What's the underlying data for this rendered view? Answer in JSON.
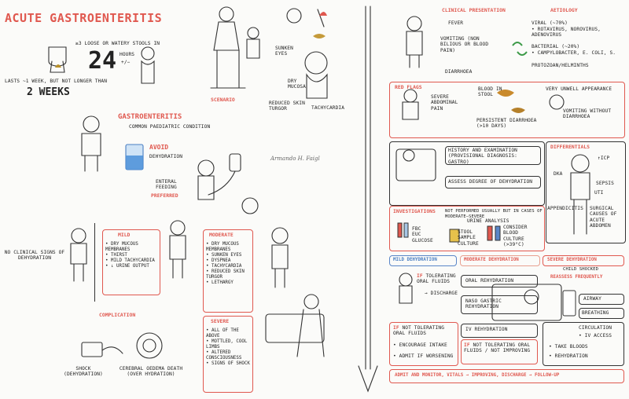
{
  "title": "Acute Gastroenteritis",
  "intro": {
    "stools_a": "≥3 loose or watery stools in",
    "big_number": "24",
    "hours": "hours",
    "plusminus": "+/−",
    "lasts": "Lasts ~1 week, but not longer than",
    "weeks": "2 weeks"
  },
  "scenario": {
    "label": "Scenario",
    "sunken_eyes": "Sunken eyes",
    "dry_mucosa": "Dry mucosa",
    "reduced_skin_turgor": "Reduced skin turgor",
    "tachycardia": "Tachycardia"
  },
  "gastro": {
    "heading": "Gastroenteritis",
    "sub": "Common paediatric condition",
    "avoid_label": "Avoid",
    "avoid_text": "dehydration",
    "enteral": "Enteral feeding",
    "preferred": "preferred",
    "signature": "Armando H. Faigl"
  },
  "severity": {
    "no_signs": "No clinical signs of dehydration",
    "mild_title": "Mild",
    "mild_items": [
      "• Dry mucous membranes",
      "• Thirst",
      "• Mild tachycardia",
      "• ↓ Urine output"
    ],
    "moderate_title": "Moderate",
    "moderate_items": [
      "• Dry mucous membranes",
      "• Sunken eyes",
      "• Dyspnea",
      "• Tachycardia",
      "• Reduced skin turgor",
      "• Lethargy"
    ],
    "severe_title": "Severe",
    "severe_items": [
      "• All of the above",
      "• Mottled, cool limbs",
      "• Altered consciousness",
      "• Signs of shock"
    ]
  },
  "complication": {
    "title": "Complication",
    "shock": "Shock (dehydration)",
    "cerebral": "Cerebral oedema death (over hydration)"
  },
  "clinical": {
    "title": "Clinical presentation",
    "fever": "Fever",
    "vomiting": "Vomiting (non bilious or blood pain)",
    "diarrhoea": "Diarrhoea"
  },
  "aetiology": {
    "title": "Aetiology",
    "viral": "Viral (~70%)",
    "viral_sub": "• Rotavirus, norovirus, adenovirus",
    "bacterial": "Bacterial (~20%)",
    "bacterial_sub": "• Campylobacter, E. coli, S.",
    "protozoan": "Protozoan/Helminths"
  },
  "red_flags": {
    "title": "Red flags",
    "pain": "Severe abdominal pain",
    "blood": "Blood in stool",
    "persistent": "Persistent diarrhoea (>10 days)",
    "unwell": "Very unwell appearance",
    "vomiting": "Vomiting without diarrhoea"
  },
  "assessment": {
    "history": "History and examination (provisional diagnosis: gastro)",
    "assess": "Assess degree of dehydration"
  },
  "differentials": {
    "title": "Differentials",
    "icp": "↑ICP",
    "dka": "DKA",
    "sepsis": "Sepsis",
    "uti": "UTI",
    "appendicitis": "Appendicitis",
    "surgical": "Surgical causes of acute abdomen"
  },
  "investigations": {
    "title": "Investigations",
    "note": "Not performed usually but in cases of moderate–severe",
    "fbc": "FBC EUC Glucose",
    "urine": "Urine analysis",
    "stool": "Stool sample culture",
    "blood": "Consider blood culture (>39°C)"
  },
  "management": {
    "mild": "Mild dehydration",
    "moderate": "Moderate dehydration",
    "severe": "Severe dehydration",
    "if1": "If",
    "tolerating": "tolerating oral fluids",
    "discharge": "→ Discharge",
    "oral_rehydration": "Oral rehydration",
    "ng": "Naso gastric rehydration",
    "iv": "IV rehydration",
    "if_not": "If",
    "not_tolerating": "not tolerating oral fluids",
    "encourage": "• Encourage intake",
    "admit": "• Admit if worsening",
    "if_not2": "If",
    "not_tol2": "not tolerating oral fluids / not improving",
    "child_shocked": "Child shocked",
    "reassess": "Reassess frequently",
    "airway": "Airway",
    "breathing": "Breathing",
    "circulation": "Circulation",
    "iv_access": "• IV access",
    "bloods": "• Take bloods",
    "rehydration": "• Rehydration",
    "footer": "Admit and monitor, vitals → Improving, discharge → Follow-up"
  }
}
